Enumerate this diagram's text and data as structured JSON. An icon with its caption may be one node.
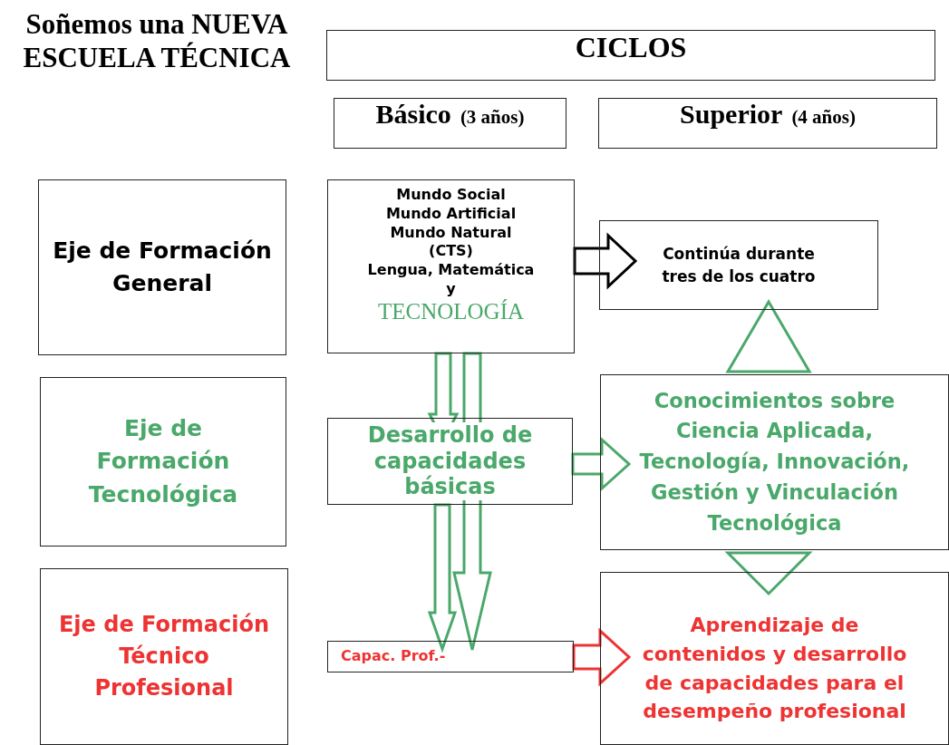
{
  "diagram": {
    "title": "Soñemos una NUEVA ESCUELA TÉCNICA",
    "nodes": [
      {
        "text": [
          "CICLOS"
        ]
      },
      {
        "text": [
          "Básico",
          "(3 años)"
        ]
      },
      {
        "text": [
          "Superior",
          "(4 años)"
        ]
      },
      {
        "text": [
          "Eje de Formación General"
        ]
      },
      {
        "text": [
          "Mundo Social",
          "Mundo Artificial",
          "Mundo Natural",
          "(CTS)",
          "Lengua, Matemática",
          "y",
          "TECNOLOGÍA"
        ]
      },
      {
        "text": [
          "Continúa durante tres de los cuatro"
        ]
      },
      {
        "text": [
          "Eje de Formación Tecnológica"
        ]
      },
      {
        "text": [
          "Desarrollo de capacidades básicas"
        ]
      },
      {
        "text": [
          "Conocimientos sobre Ciencia Aplicada, Tecnología, Innovación, Gestión y Vinculación Tecnológica"
        ]
      },
      {
        "text": [
          "Eje de Formación Técnico Profesional"
        ]
      },
      {
        "text": [
          "Capac. Prof.-"
        ]
      },
      {
        "text": [
          "Aprendizaje de contenidos y desarrollo de capacidades para el desempeño profesional"
        ]
      }
    ],
    "edges": [
      {
        "from": 4,
        "to": 5,
        "arrow": "to",
        "color": "#000000"
      },
      {
        "from": 4,
        "to": 7,
        "arrow": "to"
      },
      {
        "from": 4,
        "to": 10,
        "arrow": "to"
      },
      {
        "from": 7,
        "to": 10,
        "arrow": "to"
      },
      {
        "from": 7,
        "to": 8,
        "arrow": "to"
      },
      {
        "from": 8,
        "to": 5,
        "arrow": "to"
      },
      {
        "from": 8,
        "to": 11,
        "arrow": "to"
      },
      {
        "from": 10,
        "to": 11,
        "arrow": "to",
        "color": "#ee3333"
      }
    ]
  }
}
